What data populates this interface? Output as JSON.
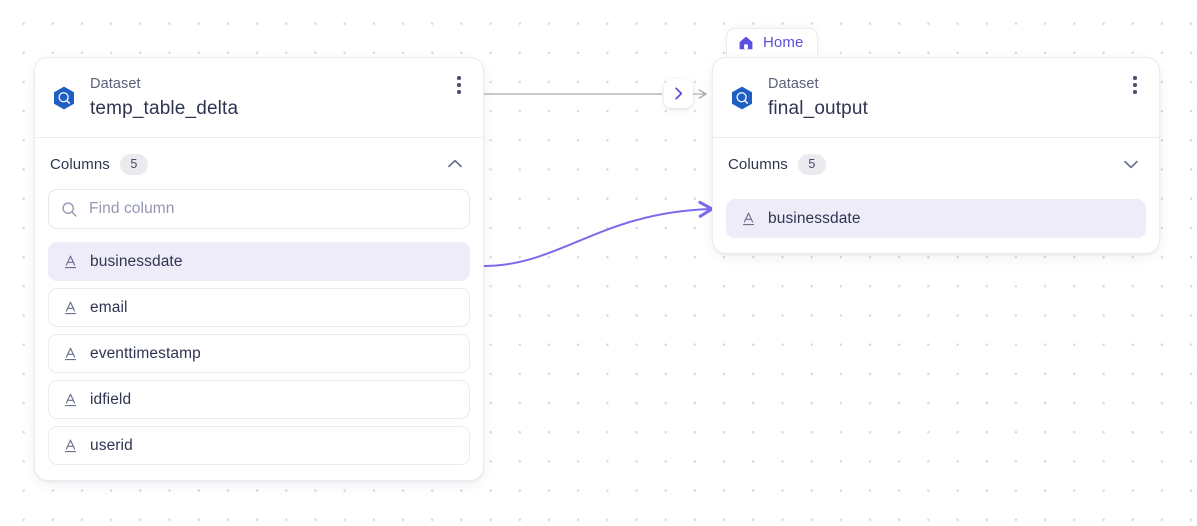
{
  "canvas": {
    "background_color": "#ffffff",
    "grid_dot_color": "#d8d8e0"
  },
  "colors": {
    "accent_purple": "#5b4fe0",
    "edge_purple": "#7a6cec",
    "edge_gray": "#a9a9b4",
    "node_icon_blue": "#1f5fc4",
    "text_dark": "#2f3551",
    "text_muted": "#5b6079",
    "selected_row_bg": "#eeecf9"
  },
  "home_tab": {
    "label": "Home",
    "icon": "home-icon"
  },
  "nodes": [
    {
      "id": "source",
      "kind": "Dataset",
      "name": "temp_table_delta",
      "icon": "dataset-hexagon-icon",
      "menu_icon": "kebab-menu-icon",
      "columns_section": {
        "label": "Columns",
        "count": "5",
        "expanded": true,
        "chevron": "chevron-up-icon"
      },
      "search": {
        "placeholder": "Find column",
        "value": "",
        "icon": "search-icon"
      },
      "columns": [
        {
          "name": "businessdate",
          "type_icon": "string-type-icon",
          "selected": true
        },
        {
          "name": "email",
          "type_icon": "string-type-icon",
          "selected": false
        },
        {
          "name": "eventtimestamp",
          "type_icon": "string-type-icon",
          "selected": false
        },
        {
          "name": "idfield",
          "type_icon": "string-type-icon",
          "selected": false
        },
        {
          "name": "userid",
          "type_icon": "string-type-icon",
          "selected": false
        }
      ]
    },
    {
      "id": "target",
      "kind": "Dataset",
      "name": "final_output",
      "icon": "dataset-hexagon-icon",
      "menu_icon": "kebab-menu-icon",
      "columns_section": {
        "label": "Columns",
        "count": "5",
        "expanded": false,
        "chevron": "chevron-down-icon"
      },
      "columns": [
        {
          "name": "businessdate",
          "type_icon": "string-type-icon",
          "selected": true
        }
      ]
    }
  ],
  "edges": [
    {
      "id": "node-edge",
      "from": "temp_table_delta",
      "to": "final_output",
      "style": "straight",
      "color": "#a9a9b4",
      "badge_icon": "chevron-right-icon"
    },
    {
      "id": "column-edge",
      "from": "businessdate",
      "to": "businessdate",
      "style": "curve",
      "color": "#7a6cec"
    }
  ]
}
